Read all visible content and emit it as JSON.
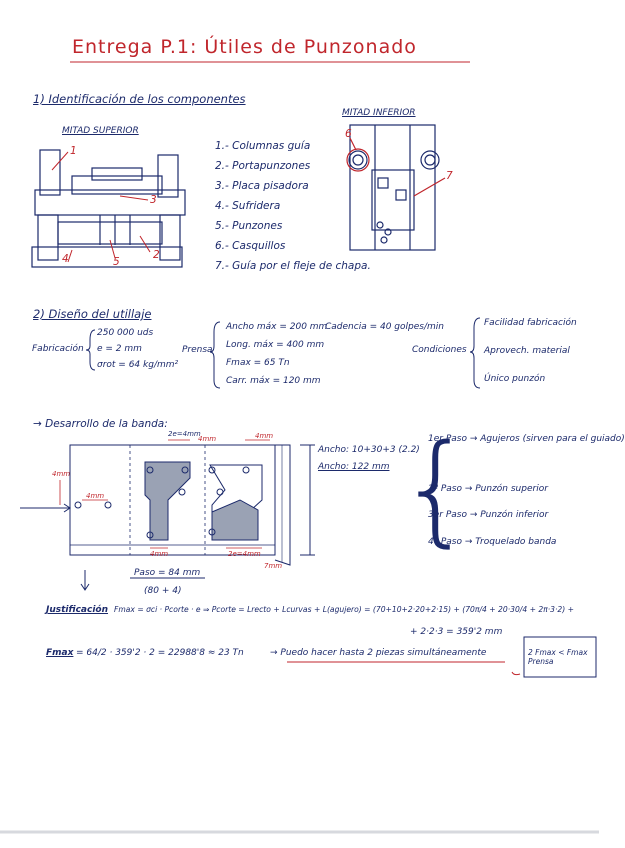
{
  "title": "Entrega P.1: Útiles de Punzonado",
  "section1": {
    "heading": "1) Identificación de los componentes",
    "upper_half_label": "MITAD SUPERIOR",
    "lower_half_label": "MITAD INFERIOR",
    "callouts_upper": [
      "1",
      "3",
      "4",
      "5",
      "2"
    ],
    "callouts_lower": [
      "6",
      "7"
    ],
    "components": [
      "1.- Columnas guía",
      "2.- Portapunzones",
      "3.- Placa pisadora",
      "4.- Sufridera",
      "5.- Punzones",
      "6.- Casquillos",
      "7.- Guía por el fleje de chapa."
    ]
  },
  "section2": {
    "heading": "2) Diseño del utillaje",
    "fabricacion_label": "Fabricación",
    "fabricacion_items": [
      "250 000 uds",
      "e = 2 mm",
      "σrot = 64 kg/mm²"
    ],
    "prensa_label": "Prensa",
    "prensa_items": [
      "Ancho máx = 200 mm",
      "Long. máx = 400 mm",
      "Fmax = 65 Tn",
      "Carr. máx = 120 mm"
    ],
    "cadencia": "Cadencia = 40 golpes/min",
    "condiciones_label": "Condiciones",
    "condiciones_items": [
      "Facilidad fabricación",
      "Aprovech. material",
      "Único punzón"
    ]
  },
  "banda": {
    "heading": "→ Desarrollo de la banda:",
    "ancho_formula": "Ancho: 10+30+3 (2.2)",
    "ancho_value": "Ancho: 122 mm",
    "dims": [
      "2e=4mm",
      "4mm",
      "4mm",
      "4mm",
      "4mm",
      "4mm",
      "2e=4mm",
      "7mm"
    ],
    "paso_label": "Paso = 84 mm",
    "paso_sub": "(80 + 4)",
    "steps": [
      "1er Paso → Agujeros (sirven para el guiado)",
      "2º Paso → Punzón superior",
      "3er Paso → Punzón inferior",
      "4º Paso → Troquelado banda"
    ]
  },
  "justificacion": {
    "label": "Justificación",
    "line1": "Fmax = σci · Pcorte · e  ⇒  Pcorte = Lrecto + Lcurvas + L(agujero) = (70+10+2·20+2·15) + (70π/4 + 20·30/4 + 2π·3·2) +",
    "line2": "+ 2·2·3 = 359'2 mm",
    "fmax_label": "Fmax",
    "fmax_calc": "= 64/2 · 359'2 · 2 = 22988'8 ≈ 23 Tn",
    "conclusion": "→ Puedo hacer hasta 2 piezas simultáneamente",
    "box": "2 Fmax < Fmax Prensa"
  },
  "colors": {
    "ink_blue": "#1c2a6b",
    "ink_red": "#c0262c",
    "paper": "#ffffff"
  }
}
